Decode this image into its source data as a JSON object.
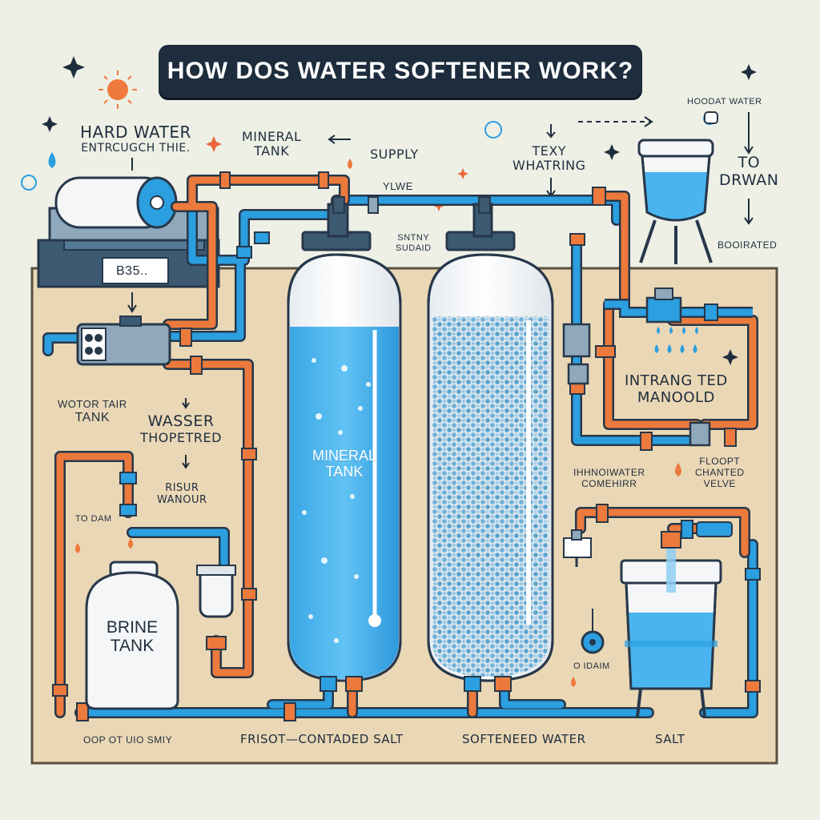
{
  "title": "HOW DOS WATER SOFTENER WORK?",
  "labels": {
    "hard_water_line1": "HARD WATER",
    "hard_water_line2": "ENTRCUGCH THIE.",
    "mineral_tank_top_line1": "MINERAL",
    "mineral_tank_top_line2": "TANK",
    "supply": "SUPPLY",
    "ywe": "YLWE",
    "texy_line1": "TEXY",
    "texy_line2": "WHATRING",
    "hoodat_water": "HOODAT WATER",
    "to_drwan_line1": "TO",
    "to_drwan_line2": "DRWAN",
    "boodrated": "BOOIRATED",
    "sntny_line1": "SNTNY",
    "sntny_line2": "SUDAID",
    "meter_readout": "B35..",
    "wotor_tank_line1": "WOTOR TAIR",
    "wotor_tank_line2": "TANK",
    "wasser_line1": "WASSER",
    "wasser_line2": "THOPETRED",
    "risur_line1": "RISUR",
    "risur_line2": "WANOUR",
    "to_dam": "TO DAM",
    "intrang_line1": "INTRANG TED",
    "intrang_line2": "MANOOLD",
    "ihhnowater_line1": "IHHNOIWATER",
    "ihhnowater_line2": "COMEHIRR",
    "floopt_line1": "FLOOPT",
    "floopt_line2": "CHANTED",
    "floopt_line3": "VELVE",
    "o_daim": "O IDAIM",
    "brine_tank_line1": "BRINE",
    "brine_tank_line2": "TANK",
    "mineral_tank_mid_line1": "MINERAL",
    "mineral_tank_mid_line2": "TANK",
    "bottom_left": "OOP OT UIO SMIY",
    "bottom_frisot": "FRISOT—CONTADED SALT",
    "bottom_softened": "SOFTENEED WATER",
    "bottom_salt": "SALT"
  },
  "colors": {
    "background": "#eef0e6",
    "panel": "#ead7b5",
    "panel_border": "#5b5040",
    "title_box": "#1d2d3d",
    "pipe_blue": "#2b9fe0",
    "pipe_orange": "#ec7a3c",
    "water": "#49b4ef",
    "tank_white": "#f7f9fb",
    "outline": "#27384a"
  },
  "icons": [
    "sun-icon",
    "sparkle-icon",
    "water-drop-icon",
    "gauge-icon",
    "faucet-icon",
    "arrow-icon"
  ]
}
